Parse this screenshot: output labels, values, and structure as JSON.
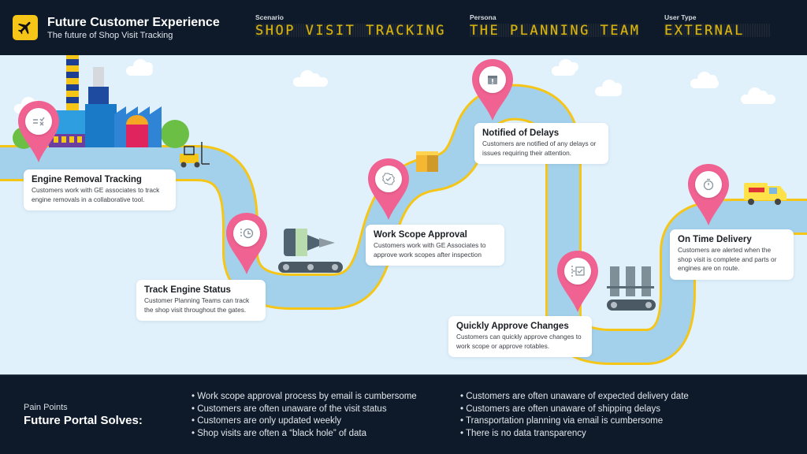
{
  "header": {
    "title": "Future Customer Experience",
    "subtitle": "The future of Shop Visit Tracking",
    "logo_icon": "airplane-icon",
    "scenario": {
      "label": "Scenario",
      "value": "SHOP VISIT TRACKING"
    },
    "persona": {
      "label": "Persona",
      "value": "THE PLANNING TEAM"
    },
    "user_type": {
      "label": "User Type",
      "value": "EXTERNAL"
    }
  },
  "colors": {
    "header_bg": "#0e1a29",
    "led_text": "#d8b413",
    "scene_bg": "#e0f1fb",
    "road": "#a3d0ea",
    "road_border": "#f5c518",
    "pin": "#f06292"
  },
  "steps": [
    {
      "title": "Engine Removal Tracking",
      "description": "Customers work with GE associates to track engine removals in a collaborative tool.",
      "icon": "checklist-icon"
    },
    {
      "title": "Track Engine Status",
      "description": "Customer Planning Teams can track the shop visit throughout the gates.",
      "icon": "clock-history-icon"
    },
    {
      "title": "Work Scope Approval",
      "description": "Customers work with GE Associates to approve work scopes after inspection",
      "icon": "badge-check-icon"
    },
    {
      "title": "Notified of Delays",
      "description": "Customers are notified of any delays or issues requiring their attention.",
      "icon": "calendar-alert-icon"
    },
    {
      "title": "Quickly Approve Changes",
      "description": "Customers can quickly approve changes to work scope or approve rotables.",
      "icon": "checkbox-approve-icon"
    },
    {
      "title": "On Time Delivery",
      "description": "Customers are alerted when the shop visit is complete and parts or engines are on route.",
      "icon": "stopwatch-icon"
    }
  ],
  "pain_points": {
    "label": "Pain Points",
    "title": "Future Portal Solves:",
    "column_1": [
      "Work scope approval process by email is cumbersome",
      "Customers are often unaware of the visit status",
      "Customers are only updated weekly",
      "Shop visits are often a “black hole” of data"
    ],
    "column_2": [
      "Customers are often unaware of expected delivery date",
      "Customers are often unaware of shipping delays",
      "Transportation planning via email is cumbersome",
      "There is no data transparency"
    ]
  }
}
